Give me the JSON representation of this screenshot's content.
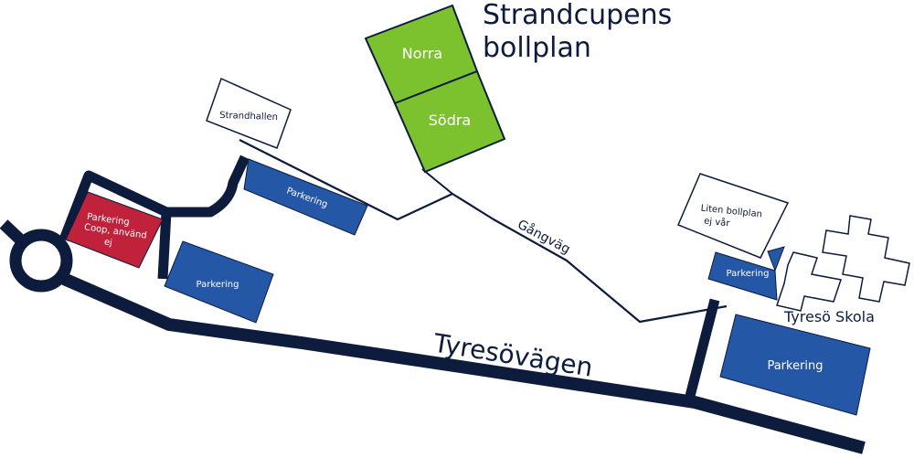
{
  "title_line1": "Strandcupens",
  "title_line2": "bollplan",
  "fields": {
    "north": "Norra",
    "south": "Södra"
  },
  "buildings": {
    "strandhallen": "Strandhallen",
    "liten_bollplan_line1": "Liten bollplan",
    "liten_bollplan_line2": "ej vår",
    "school": "Tyresö Skola"
  },
  "parking": {
    "coop_line1": "Parkering",
    "coop_line2": "Coop, använd",
    "coop_line3": "ej",
    "upper": "Parkering",
    "lower_left": "Parkering",
    "school_small": "Parkering",
    "school_large": "Parkering"
  },
  "paths": {
    "gangvag": "Gångväg"
  },
  "roads": {
    "main": "Tyresövägen"
  },
  "colors": {
    "road": "#0d1b3d",
    "parking_blue": "#2557a7",
    "parking_red": "#c0223b",
    "field_green": "#7cc22e",
    "outline": "#0d1b3d"
  }
}
